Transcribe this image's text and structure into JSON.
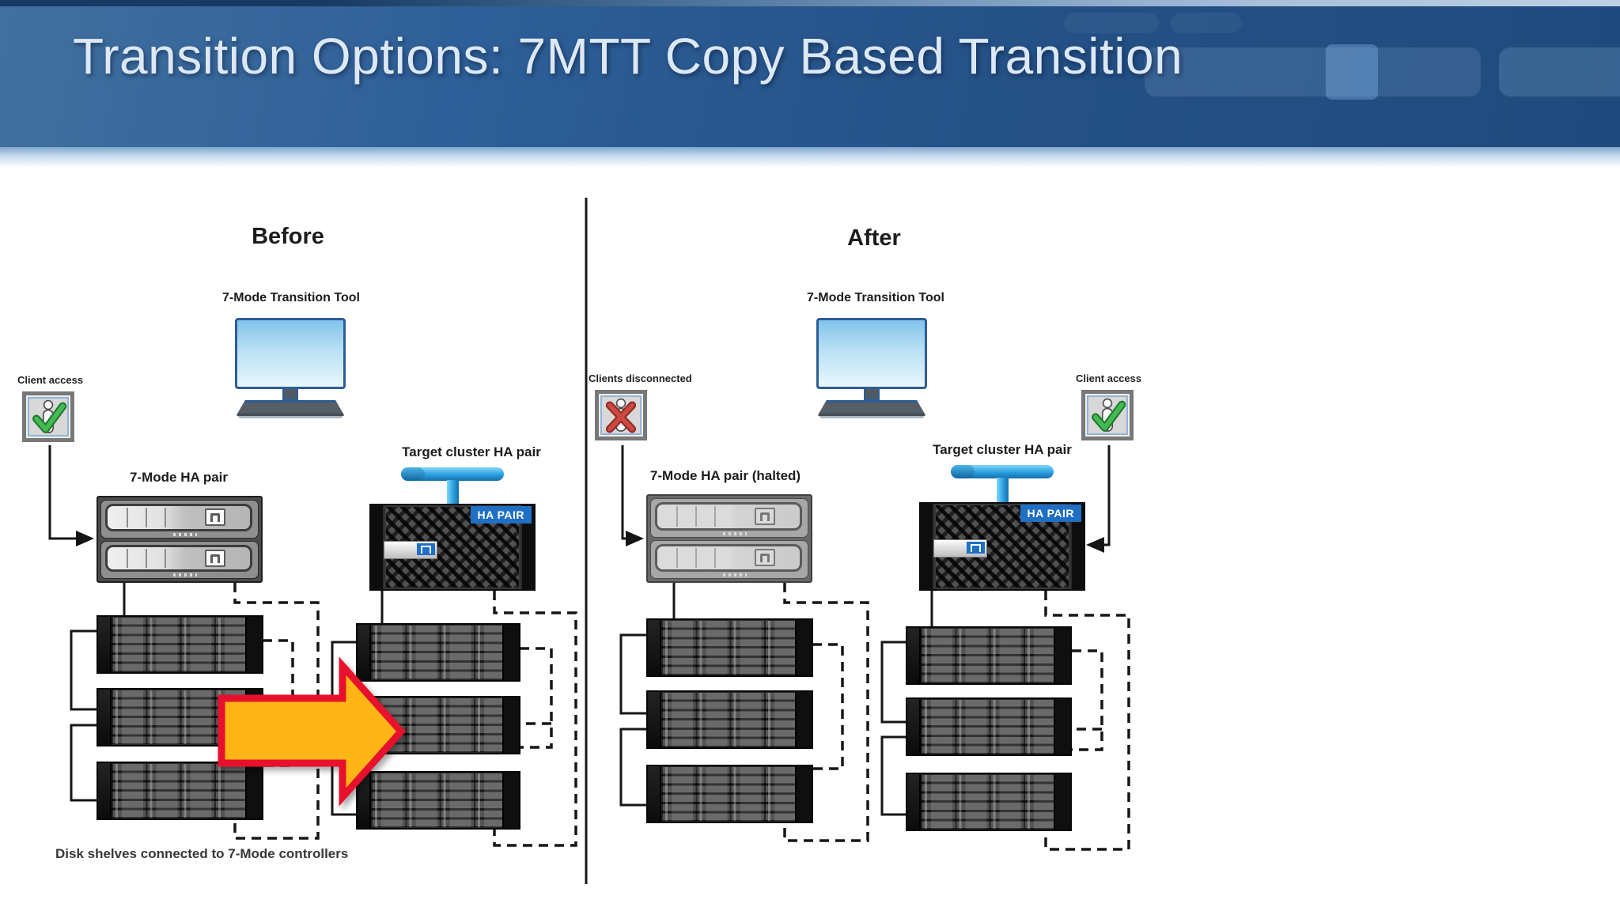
{
  "title": "Transition Options: 7MTT Copy Based Transition",
  "before": {
    "heading": "Before",
    "transition_tool_label": "7-Mode Transition Tool",
    "client_access_label": "Client access",
    "ha_pair_label": "7-Mode HA pair",
    "target_cluster_label": "Target cluster HA pair",
    "ha_pair_badge": "HA PAIR",
    "caption": "Disk shelves connected to 7-Mode controllers"
  },
  "after": {
    "heading": "After",
    "transition_tool_label": "7-Mode Transition Tool",
    "clients_disconnected_label": "Clients disconnected",
    "client_access_label": "Client access",
    "ha_pair_halted_label": "7-Mode HA pair (halted)",
    "target_cluster_label": "Target cluster HA pair",
    "ha_pair_badge": "HA PAIR"
  },
  "icons": {
    "client_access": "person-with-green-checkmark",
    "clients_disconnected": "person-with-red-x",
    "transition_tool": "desktop-monitor",
    "controller_logo": "netapp-logo",
    "migration_arrow": "large-right-arrow"
  },
  "colors": {
    "banner_blue": "#2E5F98",
    "title_text": "#DCE8F6",
    "ha_badge_blue": "#1F6FC4",
    "interconnect_blue": "#2B9FE0",
    "arrow_fill": "#FFB515",
    "arrow_border": "#E8112D",
    "check_green": "#3BAD4A",
    "x_red": "#C9443C",
    "line_black": "#1A1A1A"
  }
}
